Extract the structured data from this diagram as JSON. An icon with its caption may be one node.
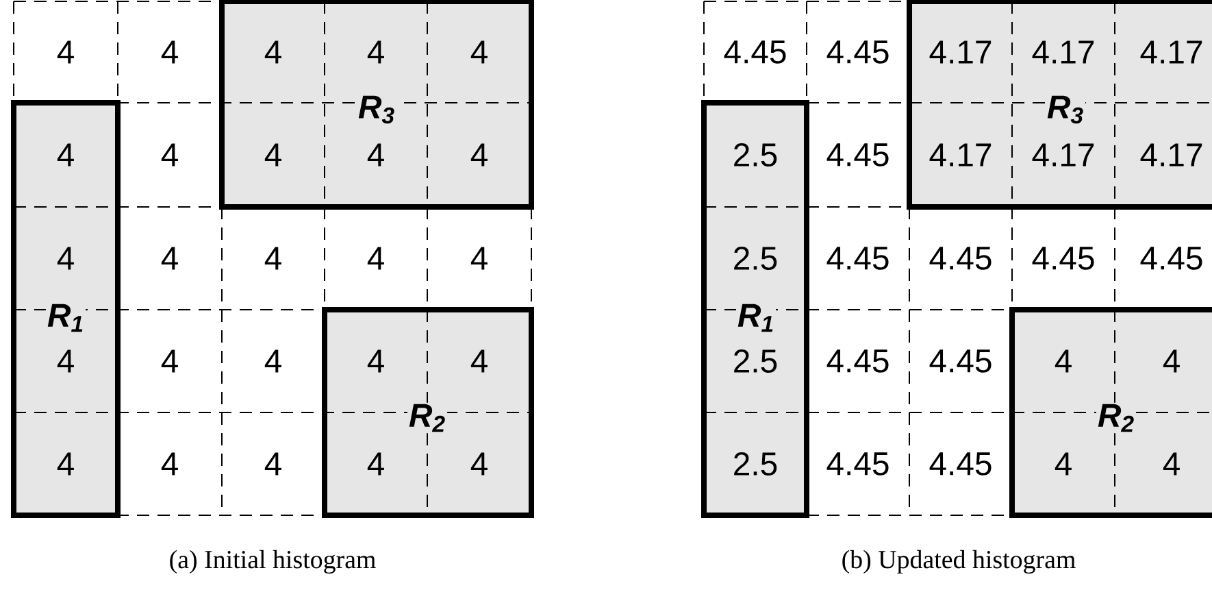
{
  "diagram": {
    "nodes": [
      {
        "text": [
          "*R*$_{1}$"
        ]
      },
      {
        "text": [
          "*R*$_{2}$"
        ]
      },
      {
        "text": [
          "*R*$_{3}$"
        ]
      },
      {
        "text": [
          "*R*$_{1}$"
        ]
      },
      {
        "text": [
          "*R*$_{2}$"
        ]
      },
      {
        "text": [
          "*R*$_{3}$"
        ]
      }
    ],
    "labels": [
      "4",
      "4",
      "4",
      "4",
      "4",
      "4",
      "4",
      "4",
      "4",
      "4",
      "4",
      "4",
      "4",
      "4",
      "4",
      "4",
      "4",
      "4",
      "4",
      "4",
      "4",
      "4",
      "4",
      "4",
      "4",
      "4.45",
      "4.45",
      "4.17",
      "4.17",
      "4.17",
      "2.5",
      "4.45",
      "4.17",
      "4.17",
      "4.17",
      "2.5",
      "4.45",
      "4.45",
      "4.45",
      "4.45",
      "2.5",
      "4.45",
      "4.45",
      "4",
      "4",
      "2.5",
      "4.45",
      "4.45",
      "4",
      "4",
      "(a) Initial histogram",
      "(b) Updated histogram"
    ]
  }
}
